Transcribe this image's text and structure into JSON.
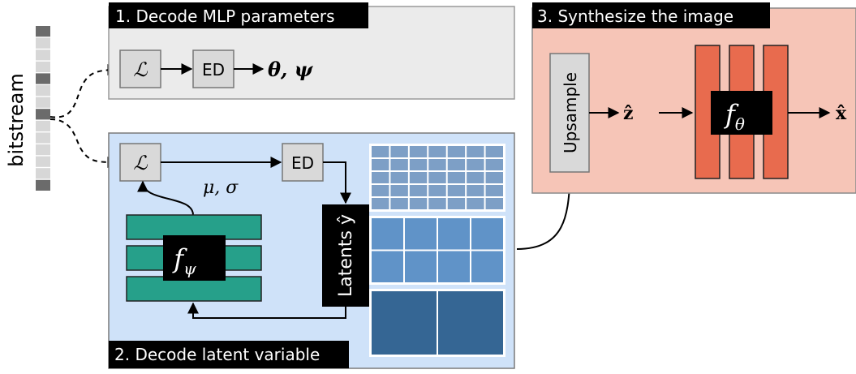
{
  "bitstream": {
    "label": "bitstream",
    "cells": [
      "#6b6b6b",
      "#d7d7d7",
      "#d7d7d7",
      "#d7d7d7",
      "#6b6b6b",
      "#d7d7d7",
      "#d7d7d7",
      "#6b6b6b",
      "#d7d7d7",
      "#d7d7d7",
      "#d7d7d7",
      "#d7d7d7",
      "#d7d7d7",
      "#6b6b6b"
    ]
  },
  "panel1": {
    "title": "1. Decode MLP parameters",
    "entropy_box": "ℒ",
    "ed_box": "ED",
    "output": "θ, ψ"
  },
  "panel2": {
    "title": "2. Decode latent variable",
    "entropy_box": "ℒ",
    "ed_box": "ED",
    "params": "μ, σ",
    "network": "f",
    "network_sub": "ψ",
    "latents_label": "Latents ŷ",
    "grids": [
      {
        "rows": 5,
        "cols": 7,
        "color": "#7d9fc6"
      },
      {
        "rows": 2,
        "cols": 4,
        "color": "#6093c8"
      },
      {
        "rows": 1,
        "cols": 2,
        "color": "#356694"
      }
    ]
  },
  "panel3": {
    "title": "3. Synthesize the image",
    "upsample": "Upsample",
    "z_label": "ẑ",
    "network": "f",
    "network_sub": "θ",
    "x_label": "x̂"
  },
  "colors": {
    "panel1_bg": "#ebebeb",
    "panel2_bg": "#cfe2f9",
    "panel3_bg": "#f6c5b7",
    "teal": "#26a08a",
    "orange": "#e86b4e",
    "box_gray": "#d9d9d9",
    "title_bar": "#000000"
  }
}
